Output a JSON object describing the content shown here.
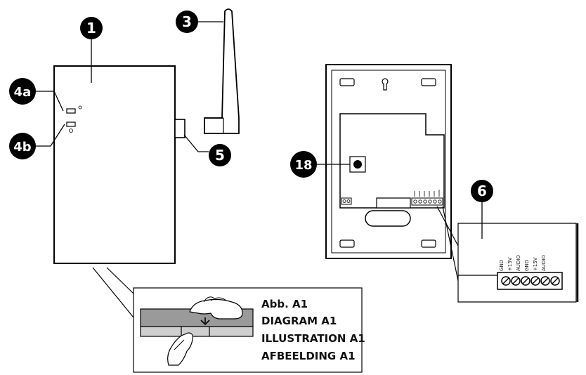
{
  "callouts": {
    "c1": "1",
    "c3": "3",
    "c4a": "4a",
    "c4b": "4b",
    "c5": "5",
    "c6": "6",
    "c18": "18"
  },
  "caption_lines": [
    "Abb. A1",
    "DIAGRAM A1",
    "ILLUSTRATION A1",
    "AFBEELDING A1"
  ],
  "terminal_labels": [
    "GND",
    "+15V",
    "AUDIO",
    "GND",
    "+15V",
    "AUDIO"
  ]
}
